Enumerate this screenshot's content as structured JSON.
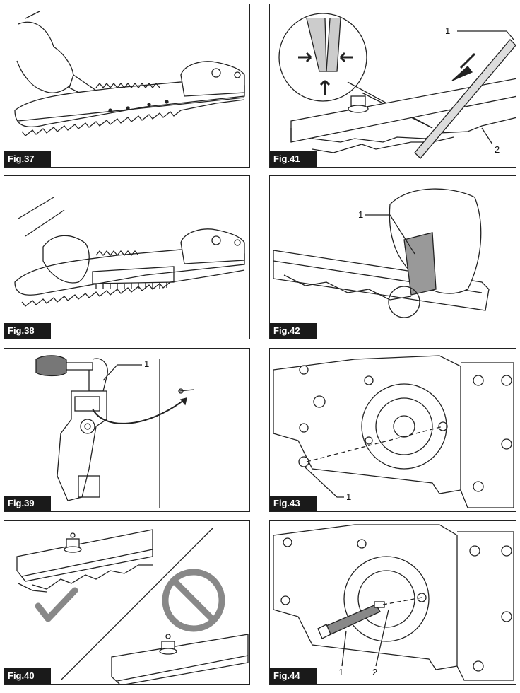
{
  "figures": {
    "fig37": {
      "label": "Fig.37"
    },
    "fig38": {
      "label": "Fig.38"
    },
    "fig39": {
      "label": "Fig.39",
      "callouts": [
        "1"
      ]
    },
    "fig40": {
      "label": "Fig.40"
    },
    "fig41": {
      "label": "Fig.41",
      "callouts": [
        "1",
        "2"
      ]
    },
    "fig42": {
      "label": "Fig.42",
      "callouts": [
        "1"
      ]
    },
    "fig43": {
      "label": "Fig.43",
      "callouts": [
        "1"
      ]
    },
    "fig44": {
      "label": "Fig.44",
      "callouts": [
        "1",
        "2"
      ]
    }
  }
}
